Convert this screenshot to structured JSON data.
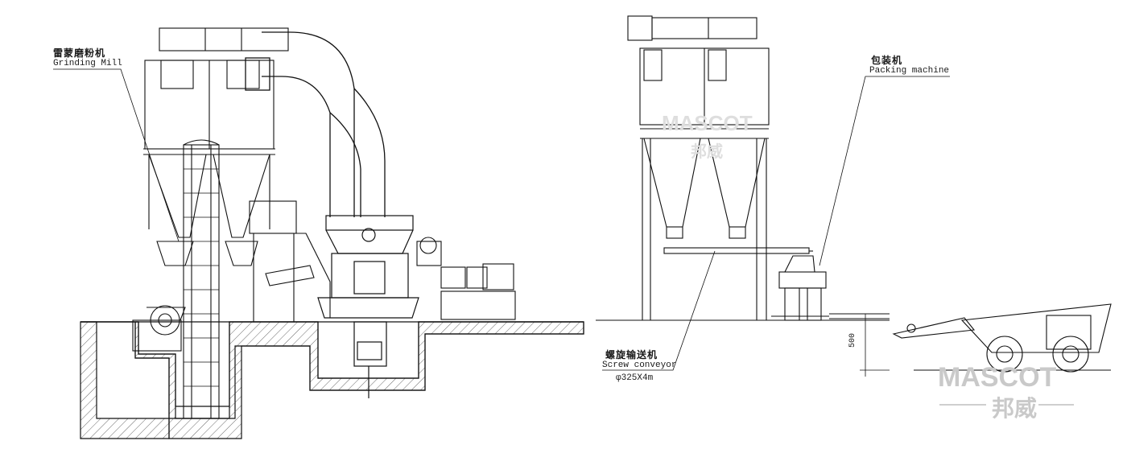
{
  "labels": {
    "grinding_mill_cn": "雷蒙磨粉机",
    "grinding_mill_en": "Grinding Mill",
    "packing_cn": "包装机",
    "packing_en": "Packing  machine",
    "screw_cn": "螺旋输送机",
    "screw_en": "Screw conveyor",
    "screw_spec": "φ325X4m"
  },
  "dimension": "500",
  "watermark": {
    "brand": "MASCOT",
    "brand_cn": "邦威"
  },
  "colors": {
    "line": "#1a1a1a",
    "watermark": "#c9c9c9",
    "background": "#ffffff"
  }
}
